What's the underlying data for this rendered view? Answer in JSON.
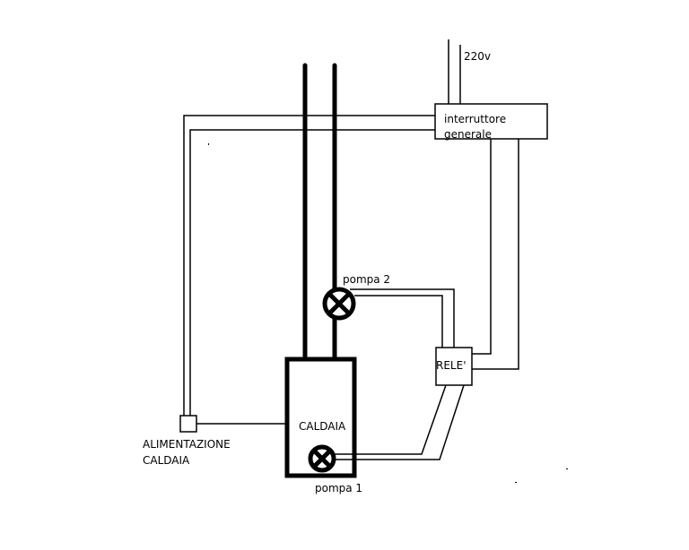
{
  "diagram": {
    "colors": {
      "line": "#000000",
      "background": "#ffffff"
    },
    "labels": {
      "supply": "220v",
      "main_switch_line1": "interruttore",
      "main_switch_line2": "generale",
      "pump2": "pompa 2",
      "relay": "RELE'",
      "boiler": "CALDAIA",
      "pump1": "pompa 1",
      "boiler_power_line1": "ALIMENTAZIONE",
      "boiler_power_line2": "CALDAIA"
    }
  }
}
